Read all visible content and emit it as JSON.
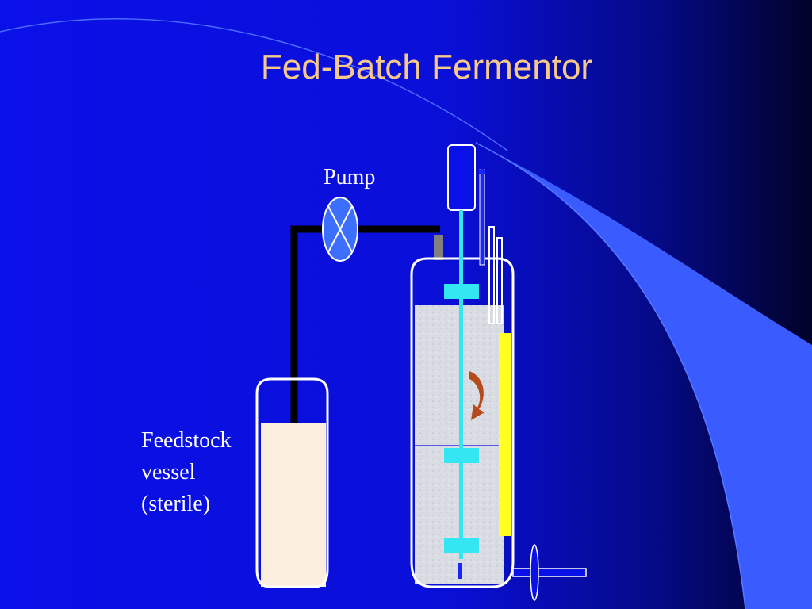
{
  "title": "Fed-Batch Fermentor",
  "labels": {
    "pump": "Pump",
    "feedstock_line1": "Feedstock",
    "feedstock_line2": "vessel",
    "feedstock_line3": "(sterile)"
  },
  "colors": {
    "background": "#0a10e8",
    "title": "#f6c98a",
    "swoosh": "#3a5cff",
    "feedstock": "#fbeedd",
    "culture": "#d9dde3",
    "impeller": "#33e6f2",
    "baffle": "#ffff22",
    "rotation_arrow": "#b54a1c"
  }
}
